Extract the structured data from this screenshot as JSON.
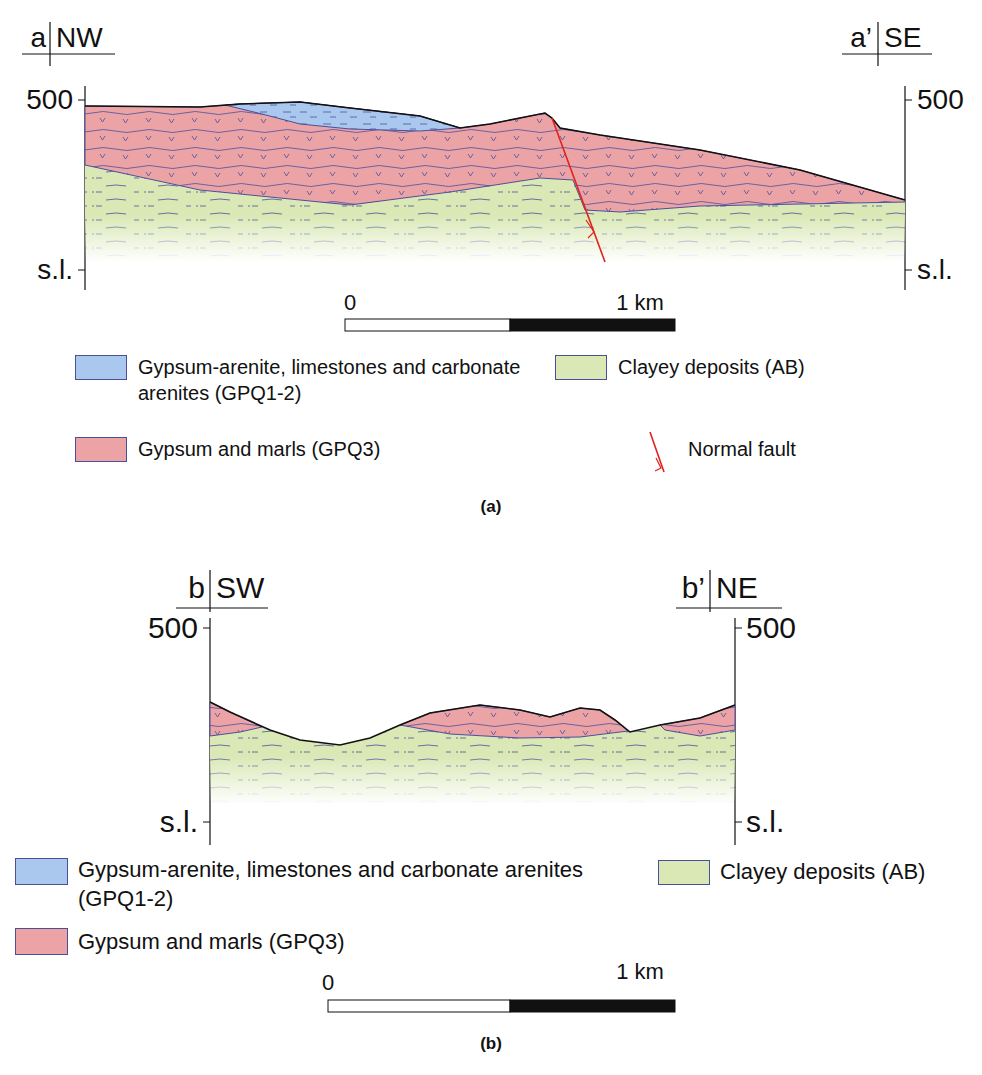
{
  "diagram": {
    "labels": [
      "a",
      "NW",
      "a’",
      "SE",
      "500",
      "500",
      "s.l.",
      "s.l.",
      "0",
      "1 km",
      "(a)",
      "b",
      "SW",
      "b’",
      "NE",
      "500",
      "500",
      "s.l.",
      "s.l.",
      "0",
      "1 km",
      "(b)"
    ],
    "legend": [
      {
        "text": "Gypsum-arenite, limestones and carbonate arenites (GPQ1-2)",
        "color": "#aac8ee"
      },
      {
        "text": "Gypsum and marls (GPQ3)",
        "color": "#eba3a6"
      },
      {
        "text": "Clayey deposits (AB)",
        "color": "#d9e8b4"
      },
      {
        "text": "Normal fault"
      },
      {
        "text": "Gypsum-arenite, limestones and carbonate arenites (GPQ1-2)",
        "color": "#aac8ee"
      },
      {
        "text": "Gypsum and marls (GPQ3)",
        "color": "#eba3a6"
      },
      {
        "text": "Clayey deposits (AB)",
        "color": "#d9e8b4"
      }
    ]
  }
}
